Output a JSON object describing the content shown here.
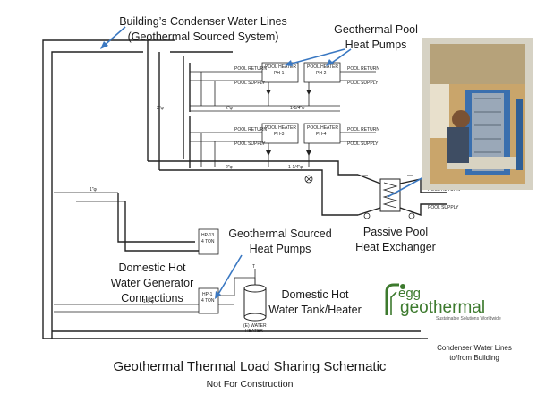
{
  "labels": {
    "condenser_lines_1": "Building’s Condenser Water Lines",
    "condenser_lines_2": "(Geothermal Sourced System)",
    "pool_pumps_1": "Geothermal Pool",
    "pool_pumps_2": "Heat Pumps",
    "sourced_pumps_1": "Geothermal Sourced",
    "sourced_pumps_2": "Heat Pumps",
    "passive_1": "Passive Pool",
    "passive_2": "Heat Exchanger",
    "dhw_gen_1": "Domestic Hot",
    "dhw_gen_2": "Water Generator",
    "dhw_gen_3": "Connections",
    "dhw_tank_1": "Domestic Hot",
    "dhw_tank_2": "Water Tank/Heater",
    "condenser_to_from_1": "Condenser Water Lines",
    "condenser_to_from_2": "to/from Building"
  },
  "title": "Geothermal Thermal Load Sharing Schematic",
  "subtitle": "Not For Construction",
  "logo": {
    "word1": "egg",
    "word2": "geothermal",
    "tagline": "Sustainable Solutions Worldwide",
    "color": "#3d7a2e"
  },
  "schematic": {
    "pool_return": "POOL RETURN",
    "pool_supply": "POOL SUPPLY",
    "pool_heater": "POOL HEATER",
    "ph1": "PH-1",
    "ph2": "PH-2",
    "ph3": "PH-3",
    "ph4": "PH-4",
    "pipe_2in": "2\"φ",
    "pipe_1_25": "1-1/4\"φ",
    "pipe_1_5": "1½\"φ",
    "pipe_1in": "1\"φ",
    "hp13": "HP-13",
    "hp1": "HP-1",
    "ton4": "4 TON",
    "water_heater_1": "(E) WATER",
    "water_heater_2": "HEATER"
  },
  "colors": {
    "arrow": "#3a78c2",
    "photo_frame": "#d6d2c4"
  }
}
